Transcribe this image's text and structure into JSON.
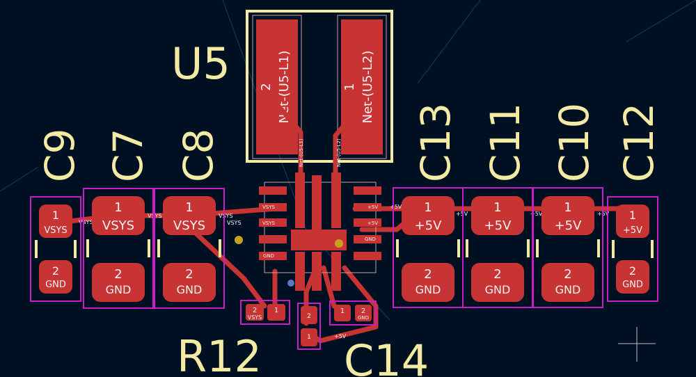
{
  "colors": {
    "background": "#001023",
    "copper": "#c83434",
    "silkscreen": "#f3eba3",
    "courtyard": "#c81ec8",
    "pad_text": "#f3f3f3"
  },
  "designators": {
    "u5": "U5",
    "c9": "C9",
    "c7": "C7",
    "c8": "C8",
    "c13": "C13",
    "c11": "C11",
    "c10": "C10",
    "c12": "C12",
    "r12": "R12",
    "c14": "C14"
  },
  "u5_pads": {
    "pad2_num": "2",
    "pad2_net": "Net-(U5-L1)",
    "pad1_num": "1",
    "pad1_net": "Net-(U5-L2)"
  },
  "nets": {
    "vsys": "VSYS",
    "gnd": "GND",
    "plus5v": "+5V",
    "l1_short": "Net-(U5-L1)",
    "l2_short": "Net-(U5-L2)"
  },
  "pin_numbers": {
    "one": "1",
    "two": "2"
  }
}
